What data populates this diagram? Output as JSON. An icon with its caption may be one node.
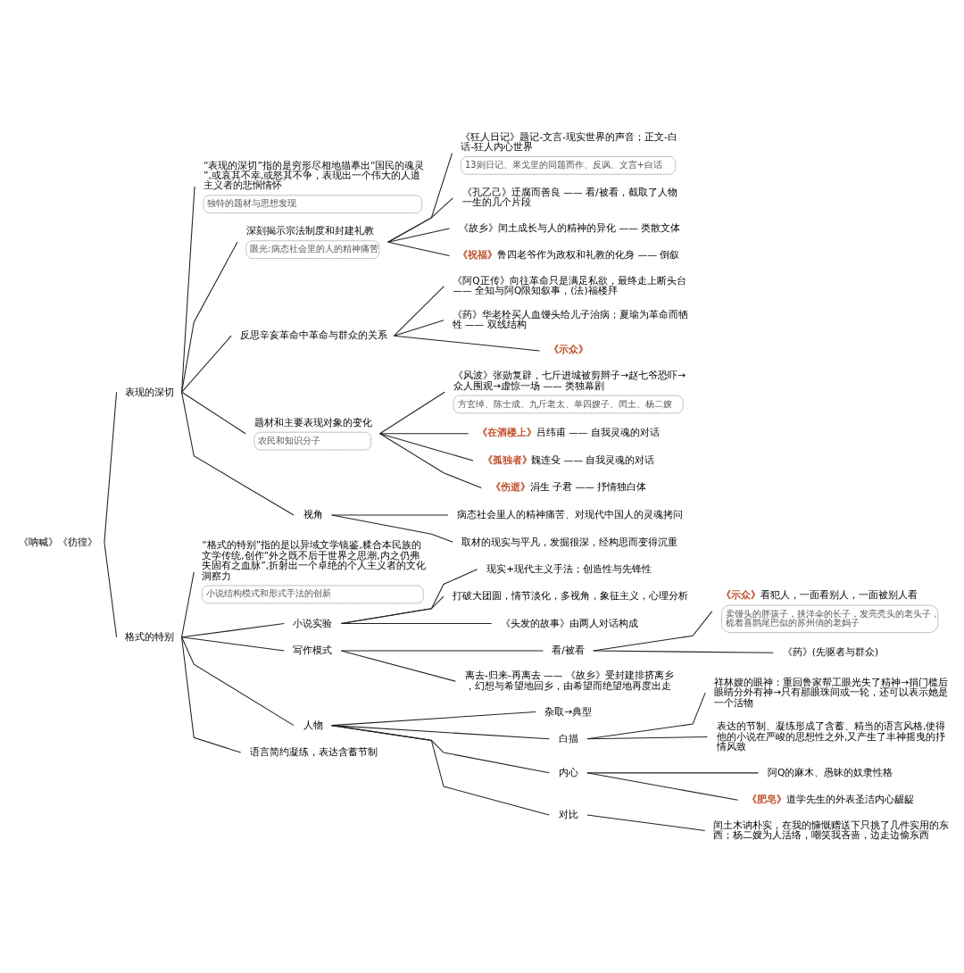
{
  "diagram": {
    "nodes": [
      {
        "text": [
          "《呐喊》《彷徨》"
        ]
      },
      {
        "text": [
          "表现的深切"
        ]
      },
      {
        "text": [
          "“表现的深切”指的是穷形尽相地描摹出“国民的魂灵”,或哀其不幸,或怒其不争，表现出一个伟大的人道主义者的悲悯情怀",
          "独特的题材与思想发现"
        ]
      },
      {
        "text": [
          "深刻揭示宗法制度和封建礼教",
          "眼光:病态社会里的人的精神痛苦"
        ]
      },
      {
        "text": [
          "《狂人日记》题记-文言-现实世界的声音；正文-白话-狂人内心世界",
          "13则日记、果戈里的同题而作、反讽、文言+白话"
        ]
      },
      {
        "text": [
          "《孔乙己》迂腐而善良 —— 看/被看，截取了人物一生的几个片段"
        ]
      },
      {
        "text": [
          "《故乡》闰土成长与人的精神的异化 —— 类散文体"
        ]
      },
      {
        "text": [
          "**《祝福》**鲁四老爷作为政权和礼教的化身 —— 倒叙"
        ]
      },
      {
        "text": [
          "反思辛亥革命中革命与群众的关系"
        ]
      },
      {
        "text": [
          "《阿Q正传》向往革命只是满足私欲，最终走上断头台 —— 全知与阿Q限知叙事，(法)福楼拜"
        ]
      },
      {
        "text": [
          "《药》华老栓买人血馒头给儿子治病；夏瑜为革命而牺牲 —— 双线结构"
        ]
      },
      {
        "text": [
          "**《示众》**"
        ]
      },
      {
        "text": [
          "题材和主要表现对象的变化",
          "农民和知识分子"
        ]
      },
      {
        "text": [
          "《风波》张勋复辟，七斤进城被剪辫子→赵七爷恐吓→众人围观→虚惊一场 —— 类独幕剧",
          "方玄绰、陈士成、九斤老太、单四嫂子、闰土、杨二嫂"
        ]
      },
      {
        "text": [
          "**《在酒楼上》**吕纬甫 —— 自我灵魂的对话"
        ]
      },
      {
        "text": [
          "**《孤独者》**魏连殳 —— 自我灵魂的对话"
        ]
      },
      {
        "text": [
          "**《伤逝》**涓生 子君 —— 抒情独白体"
        ]
      },
      {
        "text": [
          "视角"
        ]
      },
      {
        "text": [
          "病态社会里人的精神痛苦、对现代中国人的灵魂拷问"
        ]
      },
      {
        "text": [
          "取材的现实与平凡，发掘很深，经构思而变得沉重"
        ]
      },
      {
        "text": [
          "格式的特别"
        ]
      },
      {
        "text": [
          "“格式的特别”指的是以异域文学镜鉴,糅合本民族的文学传统,创作“外之既不后于世界之思潮,内之仍弗失固有之血脉”,折射出一个卓绝的个人主义者的文化洞察力",
          "小说结构模式和形式手法的创新"
        ]
      },
      {
        "text": [
          "小说实验"
        ]
      },
      {
        "text": [
          "现实+现代主义手法；创造性与先锋性"
        ]
      },
      {
        "text": [
          "打破大团圆，情节淡化，多视角，象征主义，心理分析"
        ]
      },
      {
        "text": [
          "《头发的故事》由两人对话构成"
        ]
      },
      {
        "text": [
          "写作模式"
        ]
      },
      {
        "text": [
          "看/被看"
        ]
      },
      {
        "text": [
          "**《示众》**看犯人，一面看别人，一面被别人看",
          "卖馒头的胖孩子，挟洋伞的长子，发亮秃头的老头子，梳着喜鹊尾巴似的苏州俏的老妈子"
        ]
      },
      {
        "text": [
          "《药》(先驱者与群众)"
        ]
      },
      {
        "text": [
          "离去-归来-再离去 —— 《故乡》受封建排挤离乡，幻想与希望地回乡，由希望而绝望地再度出走"
        ]
      },
      {
        "text": [
          "人物"
        ]
      },
      {
        "text": [
          "杂取→典型"
        ]
      },
      {
        "text": [
          "白描"
        ]
      },
      {
        "text": [
          "祥林嫂的眼神：重回鲁家帮工眼光失了精神→捐门槛后眼睛分外有神→只有那眼珠间或一轮，还可以表示她是一个活物"
        ]
      },
      {
        "text": [
          "表达的节制、凝练形成了含蓄、精当的语言风格,使得他的小说在严峻的思想性之外,又产生了丰神摇曳的抒情风致"
        ]
      },
      {
        "text": [
          "内心"
        ]
      },
      {
        "text": [
          "阿Q的麻木、愚昧的奴隶性格"
        ]
      },
      {
        "text": [
          "**《肥皂》**道学先生的外表圣洁内心龌龊"
        ]
      },
      {
        "text": [
          "对比"
        ]
      },
      {
        "text": [
          "闰土木讷朴实，在我的慷慨赠送下只挑了几件实用的东西；杨二嫂为人活络，嘲笑我吝啬，边走边偷东西"
        ]
      },
      {
        "text": [
          "语言简约凝练，表达含蓄节制"
        ]
      }
    ],
    "edges": [
      {
        "from": 0,
        "to": 1,
        "arrow": "none"
      },
      {
        "from": 0,
        "to": 20,
        "arrow": "none"
      },
      {
        "from": 1,
        "to": 2,
        "arrow": "none"
      },
      {
        "from": 1,
        "to": 3,
        "arrow": "none"
      },
      {
        "from": 1,
        "to": 8,
        "arrow": "none"
      },
      {
        "from": 1,
        "to": 12,
        "arrow": "none"
      },
      {
        "from": 1,
        "to": 17,
        "arrow": "none"
      },
      {
        "from": 3,
        "to": 4,
        "arrow": "none"
      },
      {
        "from": 3,
        "to": 5,
        "arrow": "none"
      },
      {
        "from": 3,
        "to": 6,
        "arrow": "none"
      },
      {
        "from": 3,
        "to": 7,
        "arrow": "none"
      },
      {
        "from": 8,
        "to": 9,
        "arrow": "none"
      },
      {
        "from": 8,
        "to": 10,
        "arrow": "none"
      },
      {
        "from": 8,
        "to": 11,
        "arrow": "none"
      },
      {
        "from": 12,
        "to": 13,
        "arrow": "none"
      },
      {
        "from": 12,
        "to": 14,
        "arrow": "none"
      },
      {
        "from": 12,
        "to": 15,
        "arrow": "none"
      },
      {
        "from": 12,
        "to": 16,
        "arrow": "none"
      },
      {
        "from": 17,
        "to": 18,
        "arrow": "none"
      },
      {
        "from": 17,
        "to": 19,
        "arrow": "none"
      },
      {
        "from": 20,
        "to": 21,
        "arrow": "none"
      },
      {
        "from": 20,
        "to": 22,
        "arrow": "none"
      },
      {
        "from": 20,
        "to": 26,
        "arrow": "none"
      },
      {
        "from": 20,
        "to": 31,
        "arrow": "none"
      },
      {
        "from": 20,
        "to": 41,
        "arrow": "none"
      },
      {
        "from": 22,
        "to": 23,
        "arrow": "none"
      },
      {
        "from": 22,
        "to": 24,
        "arrow": "none"
      },
      {
        "from": 22,
        "to": 25,
        "arrow": "none"
      },
      {
        "from": 26,
        "to": 27,
        "arrow": "none"
      },
      {
        "from": 26,
        "to": 30,
        "arrow": "none"
      },
      {
        "from": 27,
        "to": 28,
        "arrow": "none"
      },
      {
        "from": 27,
        "to": 29,
        "arrow": "none"
      },
      {
        "from": 31,
        "to": 32,
        "arrow": "none"
      },
      {
        "from": 31,
        "to": 33,
        "arrow": "none"
      },
      {
        "from": 31,
        "to": 36,
        "arrow": "none"
      },
      {
        "from": 31,
        "to": 39,
        "arrow": "none"
      },
      {
        "from": 33,
        "to": 34,
        "arrow": "none"
      },
      {
        "from": 33,
        "to": 35,
        "arrow": "none"
      },
      {
        "from": 36,
        "to": 37,
        "arrow": "none"
      },
      {
        "from": 36,
        "to": 38,
        "arrow": "none"
      },
      {
        "from": 39,
        "to": 40,
        "arrow": "none"
      }
    ]
  }
}
